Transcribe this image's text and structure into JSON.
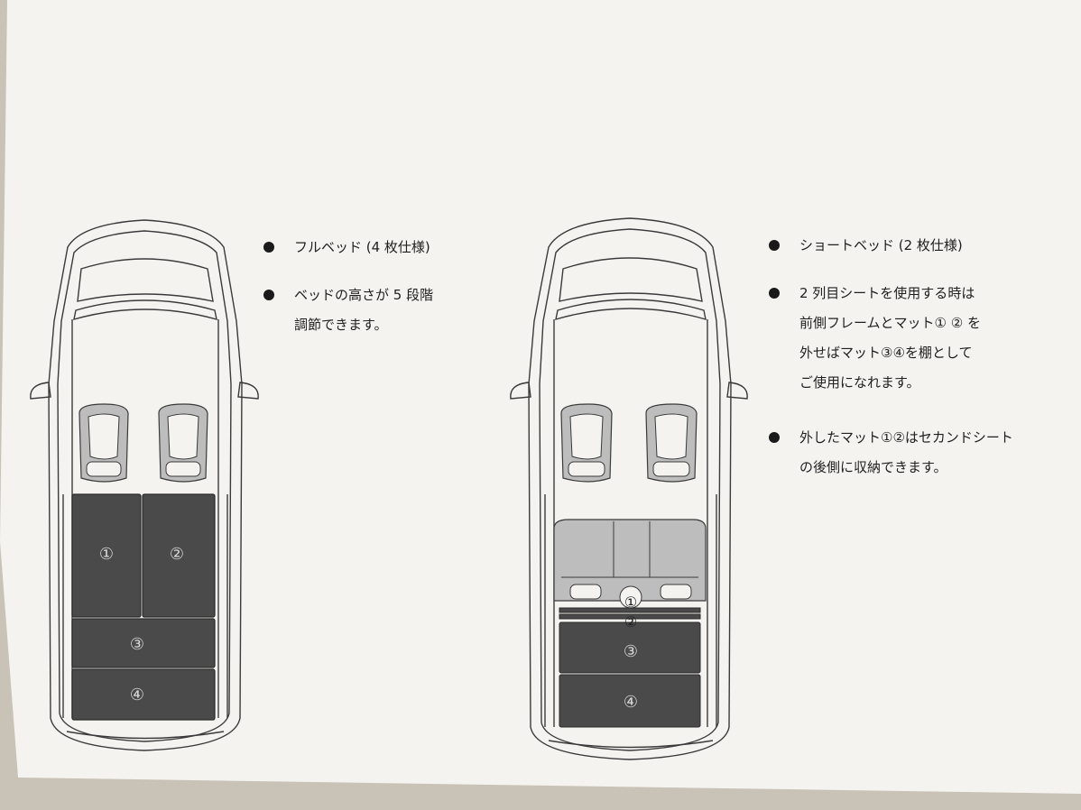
{
  "left": {
    "notes": [
      {
        "lines": [
          "フルベッド (4 枚仕様)"
        ]
      },
      {
        "lines": [
          "ベッドの高さが 5 段階",
          "調節できます。"
        ]
      }
    ],
    "mats": [
      "①",
      "②",
      "③",
      "④"
    ]
  },
  "right": {
    "notes": [
      {
        "lines": [
          "ショートベッド (2 枚仕様)"
        ]
      },
      {
        "lines": [
          "2 列目シートを使用する時は",
          "前側フレームとマット① ② を",
          "外せばマット③④を棚として",
          "ご使用になれます。"
        ]
      },
      {
        "lines": [
          "外したマット①②はセカンドシート",
          "の後側に収納できます。"
        ]
      }
    ],
    "mats": [
      "①",
      "②",
      "③",
      "④"
    ]
  },
  "colors": {
    "paper": "#f4f3f0",
    "mat": "#4a4a4a",
    "seat": "#bdbdbd",
    "outline": "#3a3a3a"
  }
}
